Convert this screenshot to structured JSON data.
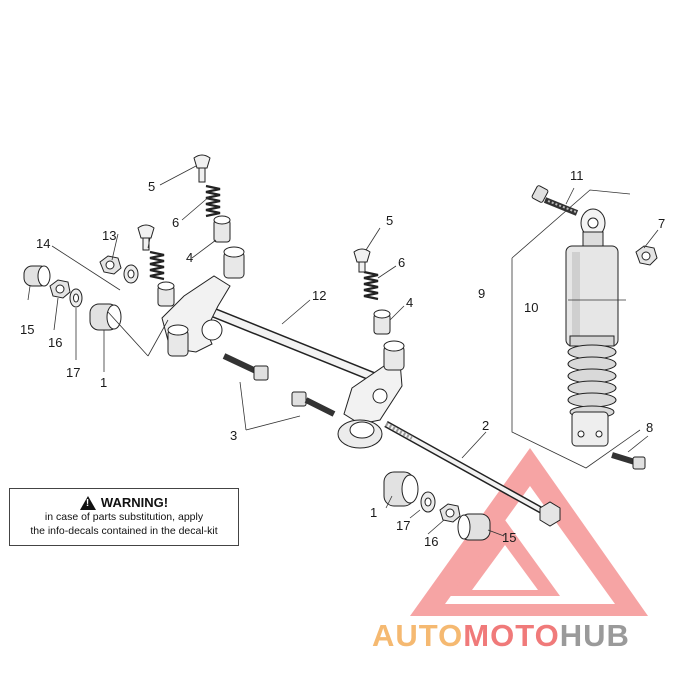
{
  "callouts": [
    {
      "id": "c5a",
      "text": "5"
    },
    {
      "id": "c6a",
      "text": "6"
    },
    {
      "id": "c13",
      "text": "13"
    },
    {
      "id": "c14",
      "text": "14"
    },
    {
      "id": "c4a",
      "text": "4"
    },
    {
      "id": "c15a",
      "text": "15"
    },
    {
      "id": "c16a",
      "text": "16"
    },
    {
      "id": "c17a",
      "text": "17"
    },
    {
      "id": "c1a",
      "text": "1"
    },
    {
      "id": "c12",
      "text": "12"
    },
    {
      "id": "c5b",
      "text": "5"
    },
    {
      "id": "c6b",
      "text": "6"
    },
    {
      "id": "c4b",
      "text": "4"
    },
    {
      "id": "c3",
      "text": "3"
    },
    {
      "id": "c2",
      "text": "2"
    },
    {
      "id": "c1b",
      "text": "1"
    },
    {
      "id": "c17b",
      "text": "17"
    },
    {
      "id": "c16b",
      "text": "16"
    },
    {
      "id": "c15b",
      "text": "15"
    },
    {
      "id": "c11",
      "text": "11"
    },
    {
      "id": "c7",
      "text": "7"
    },
    {
      "id": "c9",
      "text": "9"
    },
    {
      "id": "c10",
      "text": "10"
    },
    {
      "id": "c8",
      "text": "8"
    }
  ],
  "warning": {
    "title": "WARNING!",
    "line1": "in case of parts substitution, apply",
    "line2": "the info-decals contained in the decal-kit"
  },
  "logo": {
    "part1": "AUTO",
    "part2": "MOTO",
    "part3": "HUB"
  },
  "colors": {
    "logo_yellow": "#f5b971",
    "logo_red": "#f07a7a",
    "logo_grey": "#9a9a9a",
    "watermark": "#ef5a5a"
  }
}
